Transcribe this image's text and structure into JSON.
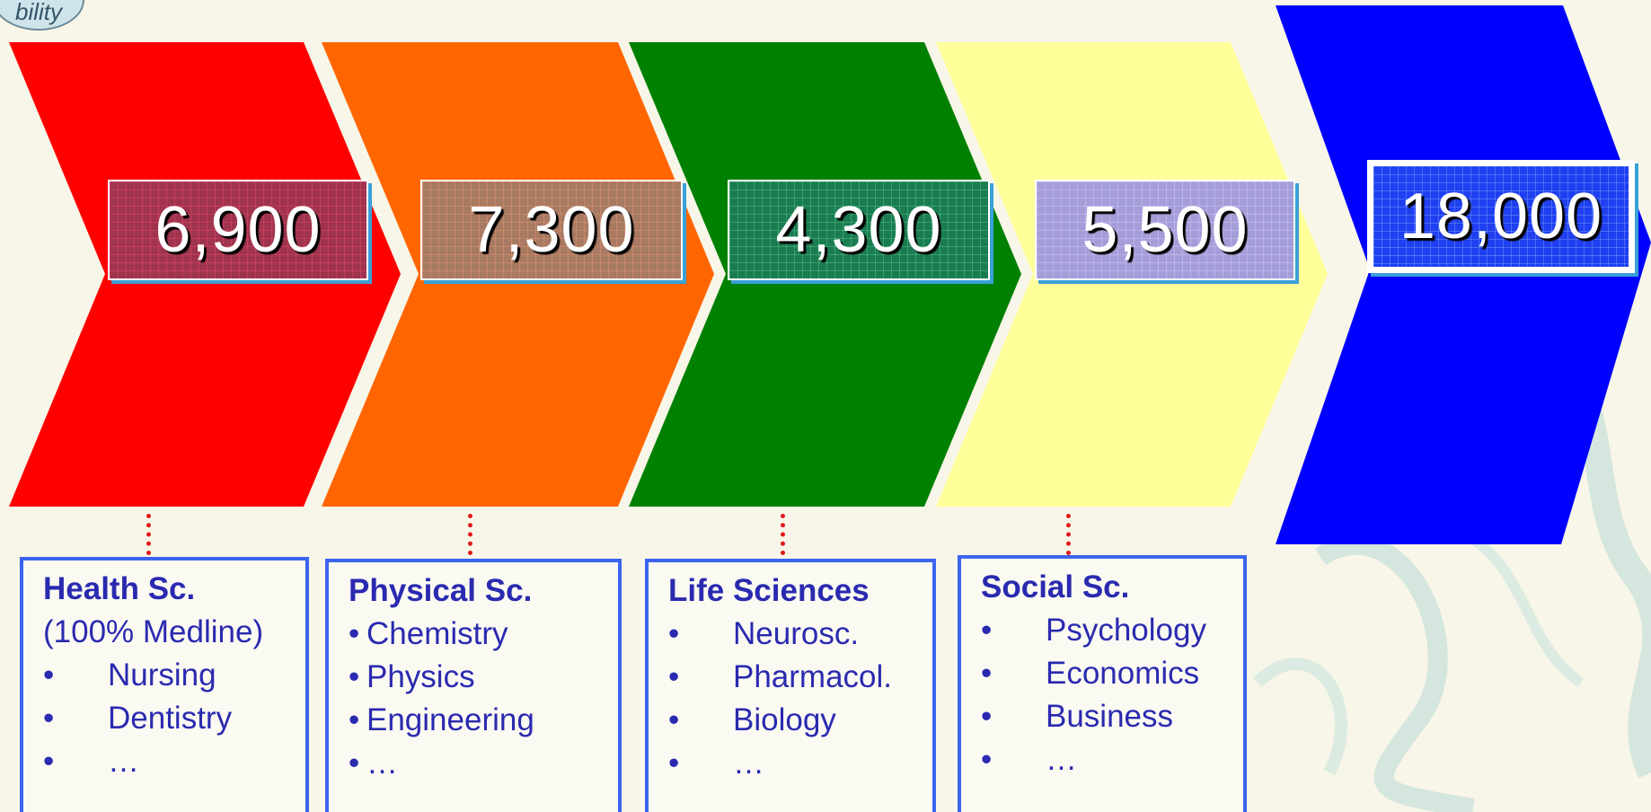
{
  "logo_text": "bility",
  "chevrons": [
    {
      "value": "6,900",
      "color": "#ff0000",
      "box_color": "#a0344e"
    },
    {
      "value": "7,300",
      "color": "#ff6600",
      "box_color": "#a87a62"
    },
    {
      "value": "4,300",
      "color": "#008000",
      "box_color": "#1a7d52"
    },
    {
      "value": "5,500",
      "color": "#ffff99",
      "box_color": "#a49ed8"
    },
    {
      "value": "18,000",
      "color": "#0000ff",
      "box_color": "#1f3ff0"
    }
  ],
  "categories": [
    {
      "title": "Health Sc.",
      "subtitle": "(100% Medline)",
      "items": [
        "Nursing",
        "Dentistry",
        "…"
      ]
    },
    {
      "title": "Physical Sc.",
      "items": [
        "Chemistry",
        "Physics",
        "Engineering",
        "…"
      ]
    },
    {
      "title": "Life Sciences",
      "items": [
        "Neurosc.",
        "Pharmacol.",
        "Biology",
        "…"
      ]
    },
    {
      "title": "Social Sc.",
      "items": [
        "Psychology",
        "Economics",
        "Business",
        "…"
      ]
    }
  ],
  "bullet": "•",
  "colors": {
    "box_border": "#3c64f0",
    "box_text": "#2a2ab0",
    "connector": "#e01818",
    "background": "#f8f6e8"
  }
}
